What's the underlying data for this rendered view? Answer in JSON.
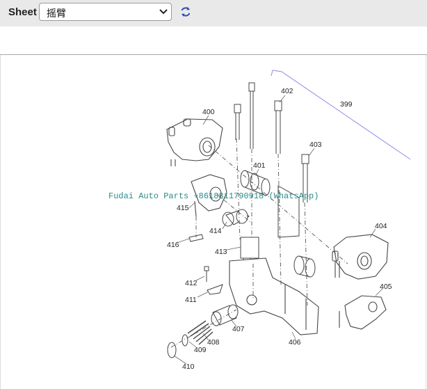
{
  "toolbar": {
    "sheet_label": "Sheet",
    "sheet_value": "摇臂",
    "refresh_icon": "refresh-icon"
  },
  "watermark": "Fudai Auto Parts +8618811790918 (WhatsApp)",
  "callouts": {
    "c399": "399",
    "c400": "400",
    "c401": "401",
    "c402": "402",
    "c403": "403",
    "c404": "404",
    "c405": "405",
    "c406": "406",
    "c407": "407",
    "c408": "408",
    "c409": "409",
    "c410": "410",
    "c411": "411",
    "c412": "412",
    "c413": "413",
    "c414": "414",
    "c415": "415",
    "c416": "416"
  }
}
